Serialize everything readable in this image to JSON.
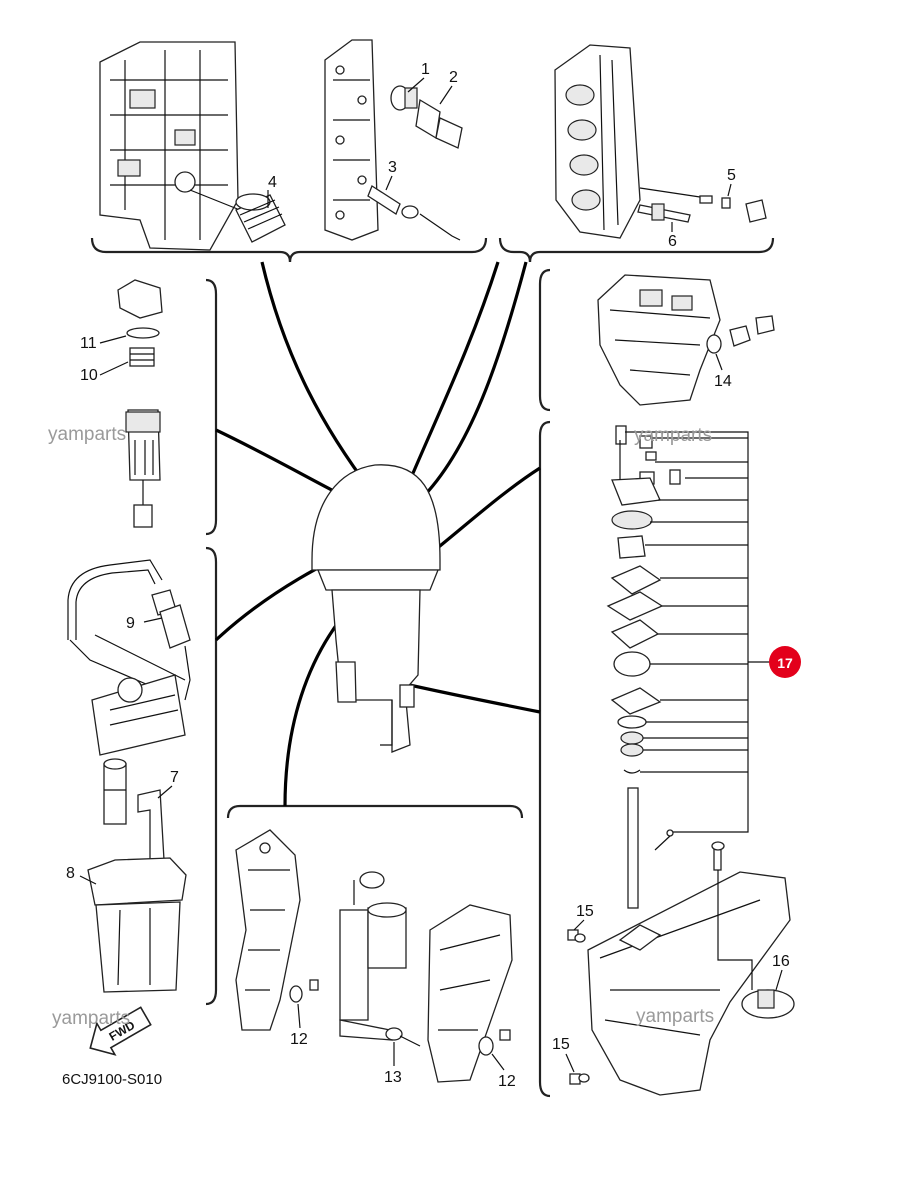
{
  "callouts": {
    "c1": "1",
    "c2": "2",
    "c3": "3",
    "c4": "4",
    "c5": "5",
    "c6": "6",
    "c7": "7",
    "c8": "8",
    "c9": "9",
    "c10": "10",
    "c11": "11",
    "c12a": "12",
    "c12b": "12",
    "c13": "13",
    "c14": "14",
    "c15a": "15",
    "c15b": "15",
    "c16": "16",
    "c17": "17"
  },
  "watermarks": [
    "yamparts",
    "yamparts",
    "yamparts",
    "yamparts"
  ],
  "fwd_label": "FWD",
  "diagram_code": "6CJ9100-S010",
  "colors": {
    "highlight": "#e3001b",
    "ink": "#111111",
    "watermark": "#9a9a9a"
  }
}
